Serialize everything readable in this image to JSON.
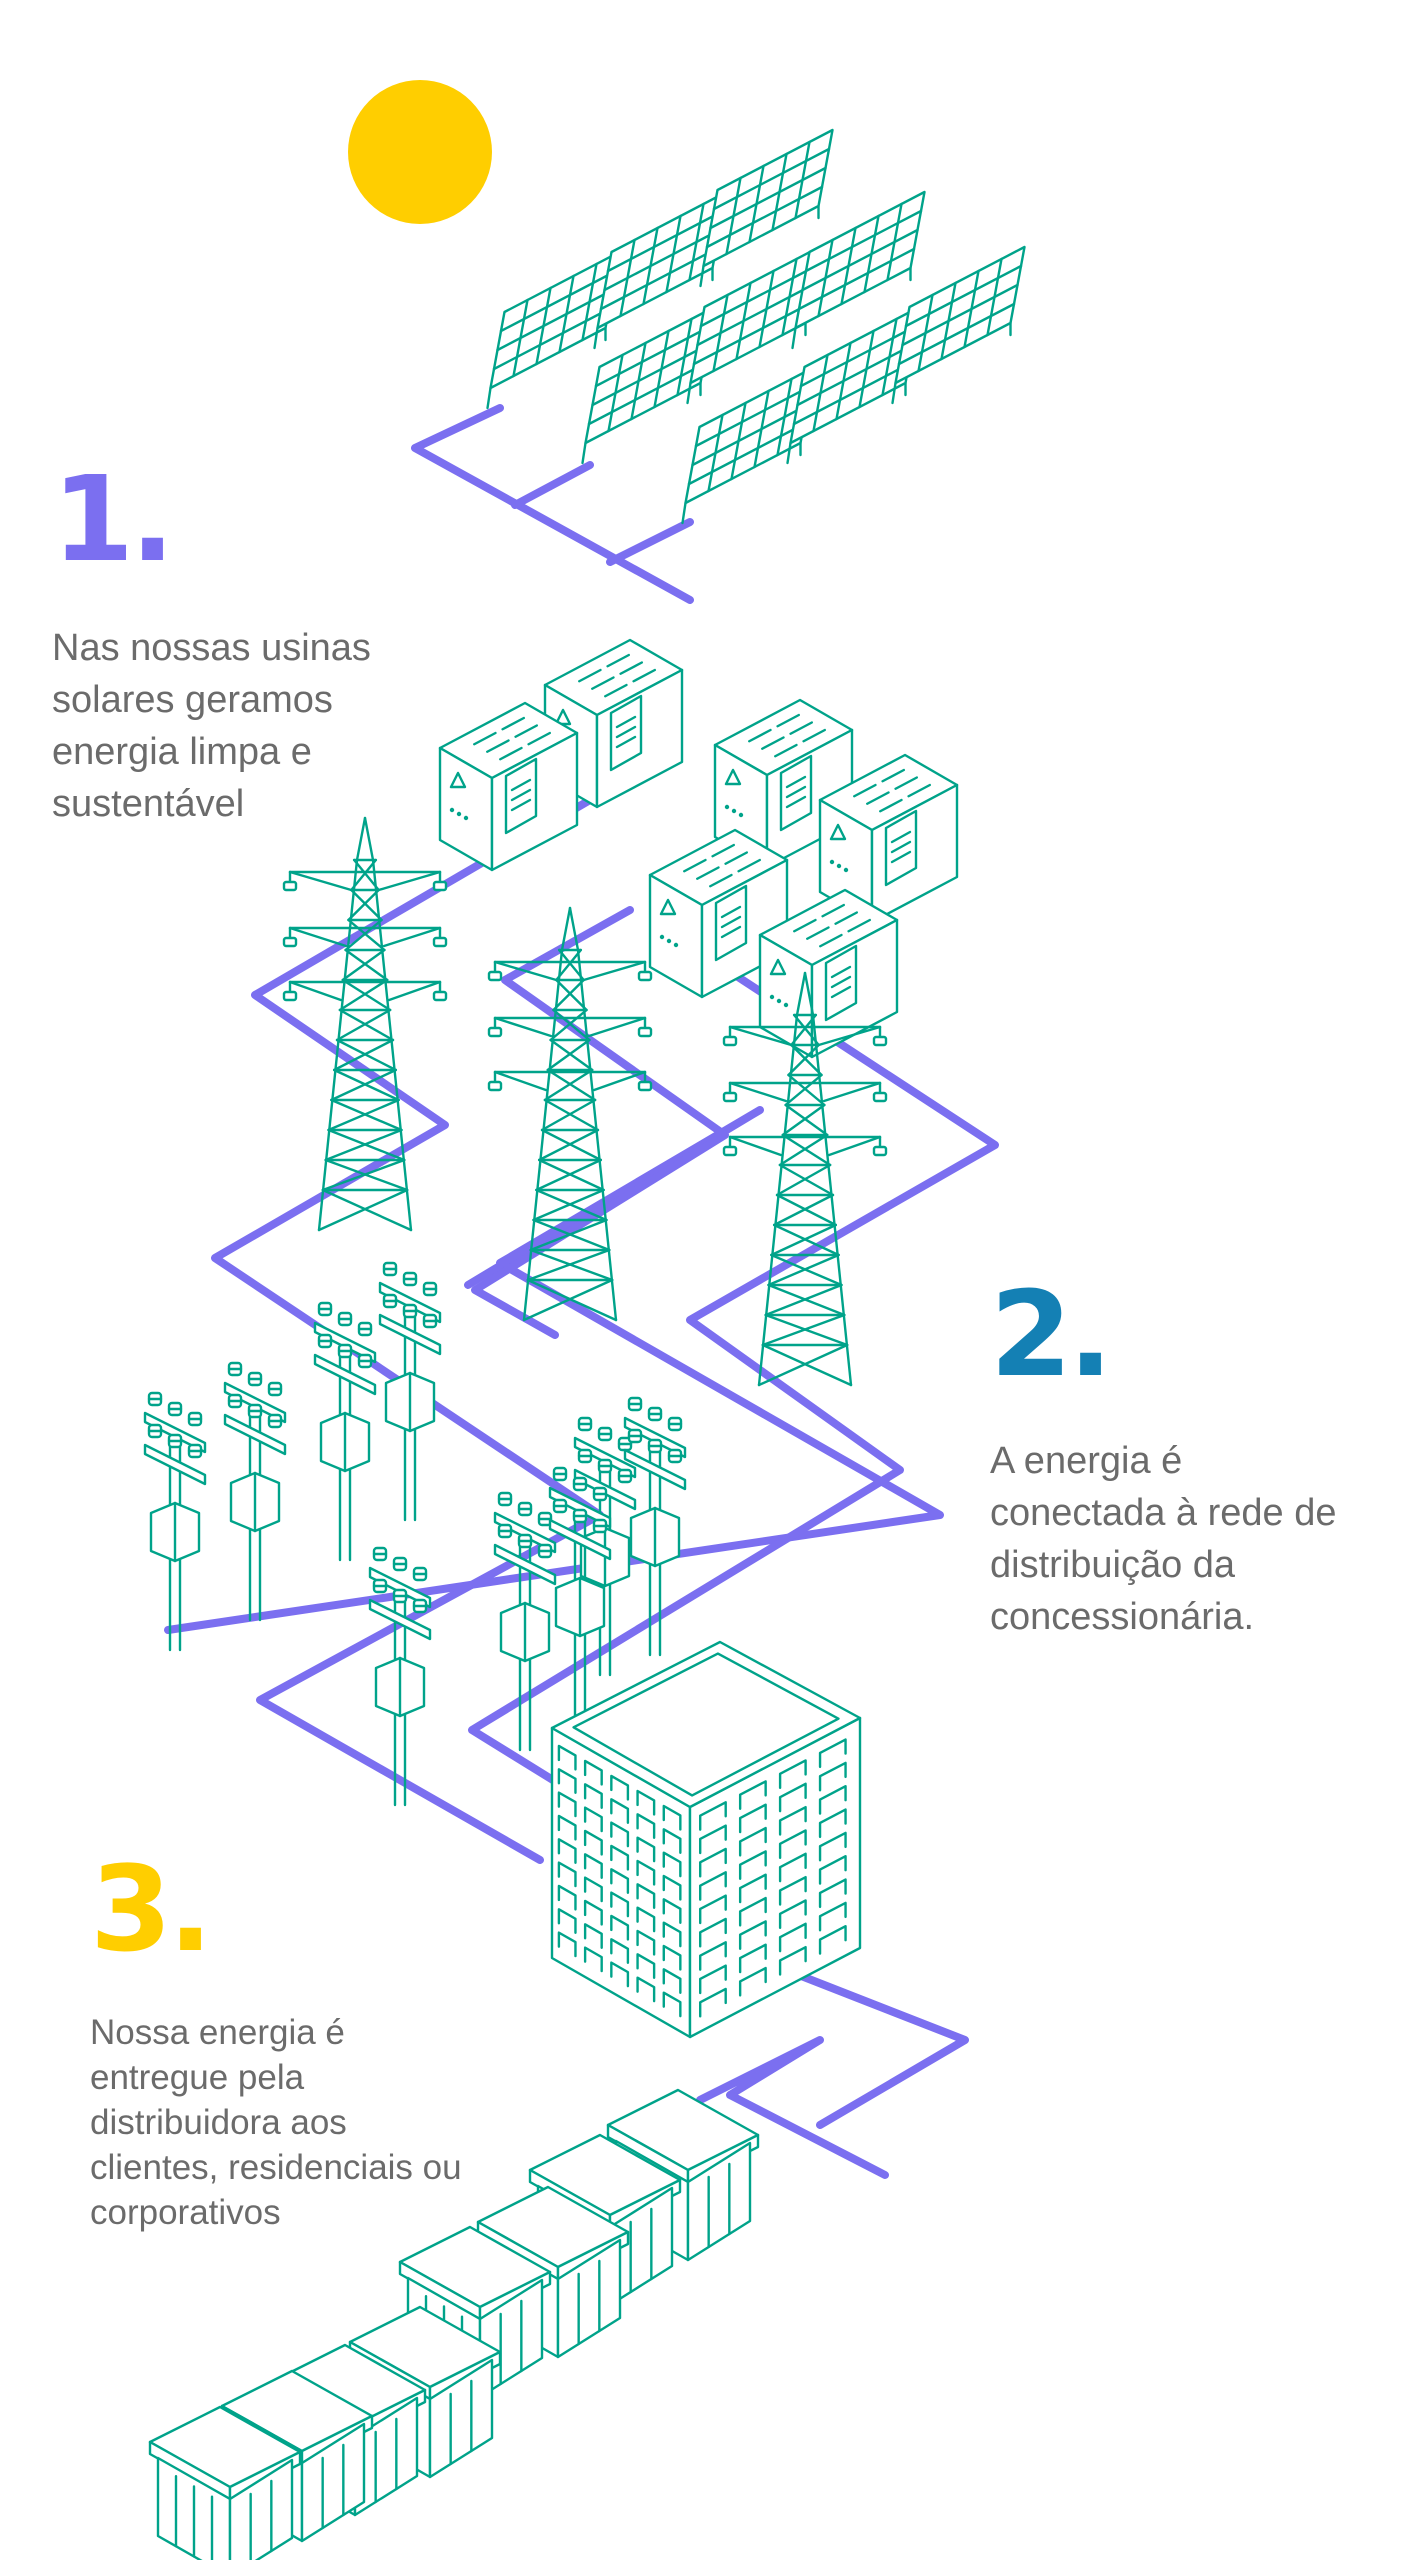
{
  "colors": {
    "sun": "#FFCE00",
    "line": "#00A38A",
    "cable": "#7B6FF0",
    "text": "#6b6b6b",
    "num1": "#7B6FF0",
    "num2": "#1480B4",
    "num3": "#FFCE00"
  },
  "steps": [
    {
      "number": "1.",
      "lines": [
        "Nas nossas usinas",
        "solares geramos",
        "energia limpa e",
        "sustentável"
      ]
    },
    {
      "number": "2.",
      "lines": [
        "A energia é",
        "conectada à rede de",
        "distribuição da",
        "concessionária."
      ]
    },
    {
      "number": "3.",
      "lines": [
        "Nossa energia é",
        "entregue pela",
        "distribuidora aos",
        "clientes, residenciais ou",
        "corporativos"
      ]
    }
  ]
}
